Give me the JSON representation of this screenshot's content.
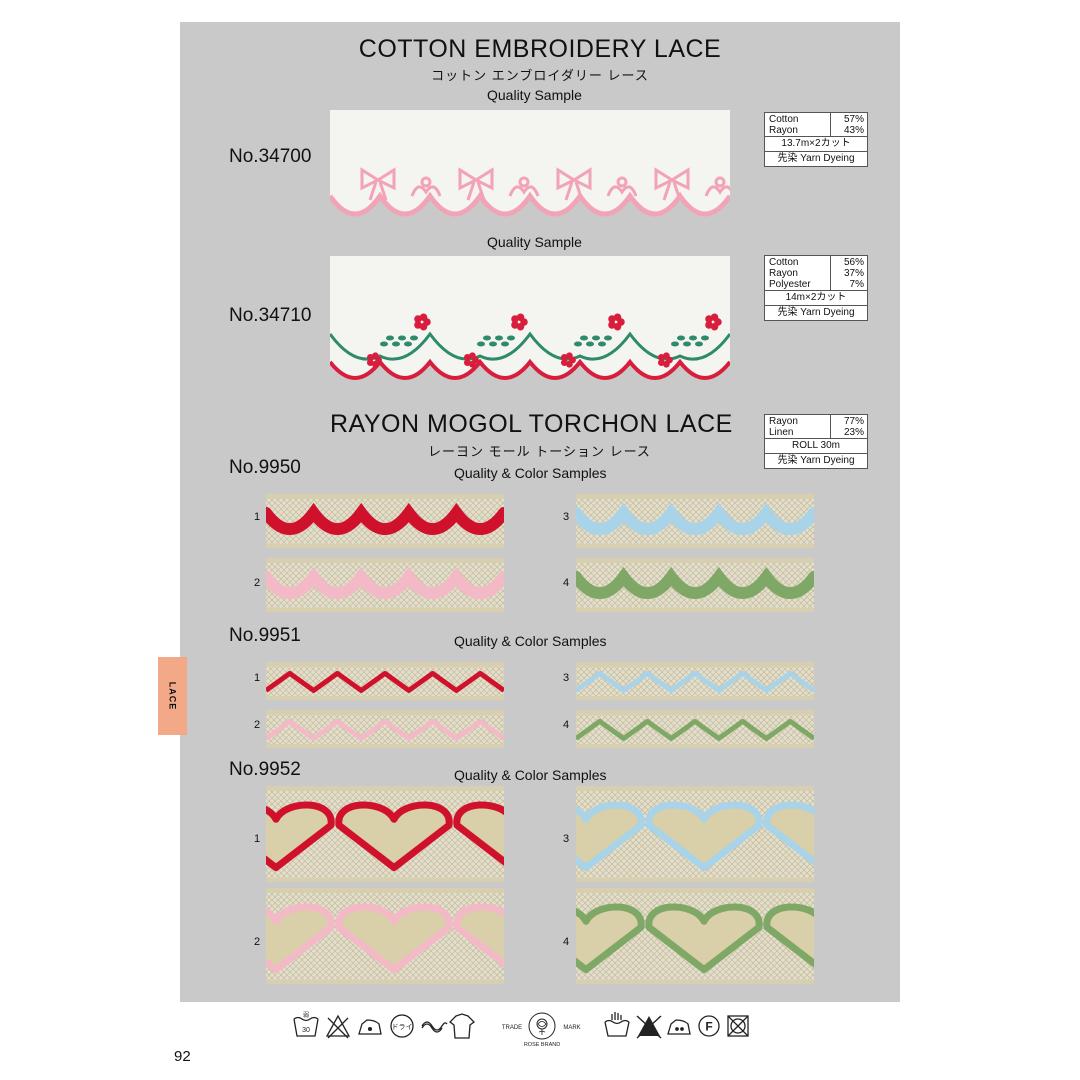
{
  "section1": {
    "title": "COTTON EMBROIDERY LACE",
    "subtitle_jp": "コットン エンブロイダリー レース"
  },
  "products": [
    {
      "number": "No.34700",
      "sample_label": "Quality Sample",
      "composition": [
        {
          "material": "Cotton",
          "percent": "57%"
        },
        {
          "material": "Rayon",
          "percent": "43%"
        }
      ],
      "length": "13.7m×2カット",
      "dyeing": "先染  Yarn Dyeing",
      "colors": {
        "fabric": "#f4f4f1",
        "embroidery": "#f2a3b5"
      }
    },
    {
      "number": "No.34710",
      "sample_label": "Quality Sample",
      "composition": [
        {
          "material": "Cotton",
          "percent": "56%"
        },
        {
          "material": "Rayon",
          "percent": "37%"
        },
        {
          "material": "Polyester",
          "percent": "7%"
        }
      ],
      "length": "14m×2カット",
      "dyeing": "先染  Yarn Dyeing",
      "colors": {
        "fabric": "#f4f4f1",
        "flower": "#d81e3c",
        "leaf": "#2e8b6a"
      }
    }
  ],
  "section2": {
    "title": "RAYON MOGOL TORCHON LACE",
    "subtitle_jp": "レーヨン モール トーション レース",
    "composition": [
      {
        "material": "Rayon",
        "percent": "77%"
      },
      {
        "material": "Linen",
        "percent": "23%"
      }
    ],
    "length": "ROLL  30m",
    "dyeing": "先染  Yarn Dyeing"
  },
  "torchon": [
    {
      "number": "No.9950",
      "sample_label": "Quality & Color Samples",
      "variants": [
        {
          "index": "1",
          "color": "#d0112b"
        },
        {
          "index": "2",
          "color": "#f4b9c6"
        },
        {
          "index": "3",
          "color": "#a9d3e8"
        },
        {
          "index": "4",
          "color": "#7fa866"
        }
      ]
    },
    {
      "number": "No.9951",
      "sample_label": "Quality & Color Samples",
      "variants": [
        {
          "index": "1",
          "color": "#d0112b"
        },
        {
          "index": "2",
          "color": "#f4b9c6"
        },
        {
          "index": "3",
          "color": "#a9d3e8"
        },
        {
          "index": "4",
          "color": "#7fa866"
        }
      ]
    },
    {
      "number": "No.9952",
      "sample_label": "Quality & Color Samples",
      "variants": [
        {
          "index": "1",
          "color": "#d0112b"
        },
        {
          "index": "2",
          "color": "#f4b9c6"
        },
        {
          "index": "3",
          "color": "#a9d3e8"
        },
        {
          "index": "4",
          "color": "#7fa866"
        }
      ]
    }
  ],
  "side_tab": "LACE",
  "brand": {
    "left": "TRADE",
    "right": "MARK",
    "bottom": "ROSE BRAND"
  },
  "care_left": [
    "washtub-40-icon",
    "no-bleach-icon",
    "iron-low-icon",
    "dryclean-icon",
    "wring-icon",
    "shirt-hang-icon"
  ],
  "care_right": [
    "hand-wash-icon",
    "no-bleach-triangle-icon",
    "iron-icon",
    "dryclean-f-icon",
    "no-tumble-icon"
  ],
  "care_text": {
    "wash_temp": "30",
    "wash_label": "弱",
    "dry_label": "ドライ"
  },
  "page_number": "92",
  "lace_base_color": "#e8e3d0"
}
